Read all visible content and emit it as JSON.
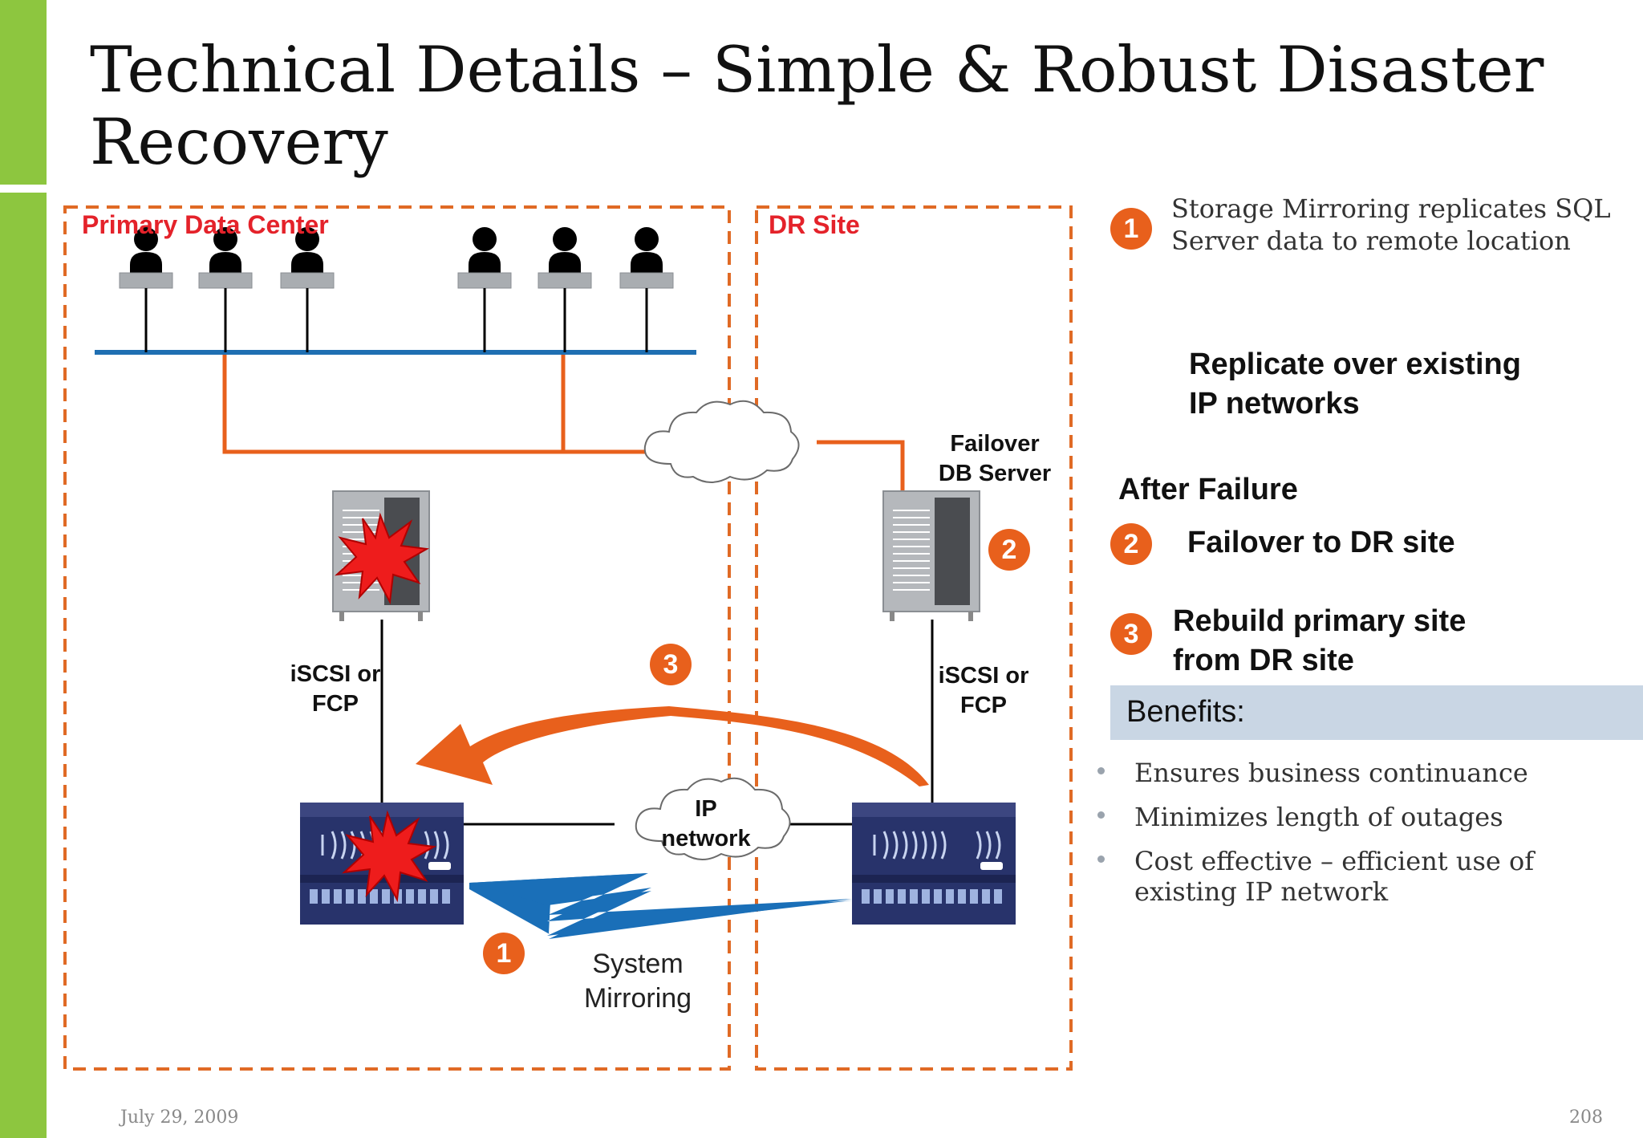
{
  "slide": {
    "title_line1": "Technical Details – Simple & Robust Disaster",
    "title_line2": "Recovery"
  },
  "diagram": {
    "primary_label": "Primary Data Center",
    "dr_label": "DR Site",
    "failover_line1": "Failover",
    "failover_line2": "DB Server",
    "iscsi_left_line1": "iSCSI or",
    "iscsi_left_line2": "FCP",
    "iscsi_right_line1": "iSCSI or",
    "iscsi_right_line2": "FCP",
    "ip_network_line1": "IP",
    "ip_network_line2": "network",
    "mirroring_line1": "System",
    "mirroring_line2": "Mirroring",
    "badge_1": "1",
    "badge_2": "2",
    "badge_3": "3",
    "colors": {
      "orange": "#e8601c",
      "lan_blue": "#1f6fb2",
      "red_label": "#e4222a",
      "storage_navy": "#28336b",
      "lightning_blue": "#1a6fb8"
    }
  },
  "steps": {
    "step1_badge": "1",
    "step1_line1": "Storage Mirroring replicates SQL",
    "step1_line2": "Server data to remote location",
    "replicate_line1": "Replicate over existing",
    "replicate_line2": "IP networks",
    "after_failure": "After Failure",
    "step2_badge": "2",
    "step2_text": "Failover to DR site",
    "step3_badge": "3",
    "step3_line1": "Rebuild primary site",
    "step3_line2": "from DR site"
  },
  "benefits": {
    "heading": "Benefits:",
    "items": [
      "Ensures business continuance",
      "Minimizes length of outages",
      "Cost effective – efficient use of",
      "existing IP network"
    ]
  },
  "footer": {
    "date": "July 29, 2009",
    "page": "208"
  }
}
